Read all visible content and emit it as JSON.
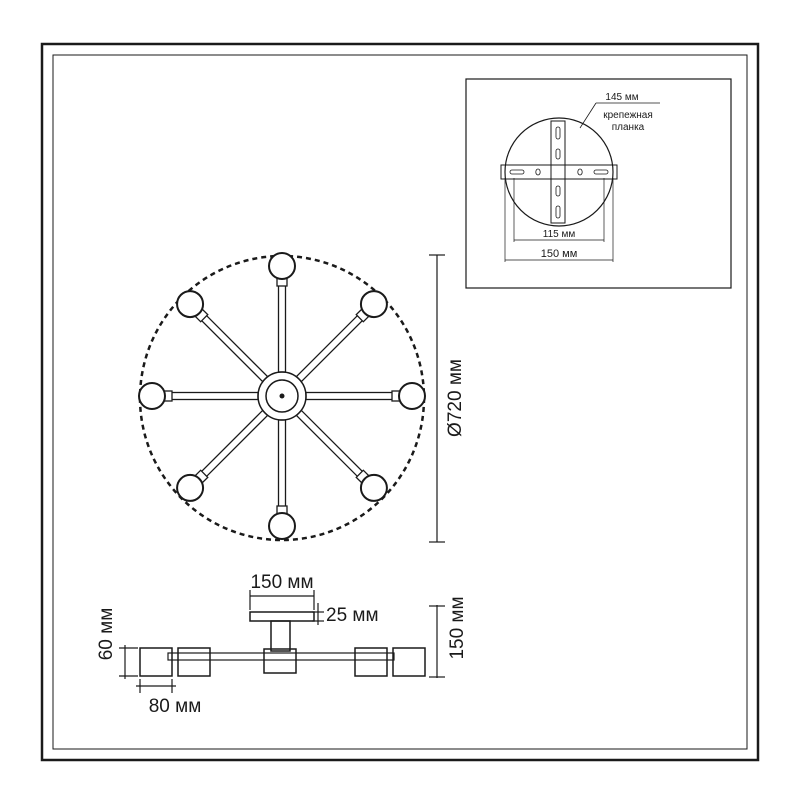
{
  "top_view": {
    "diameter_label": "Ø720 мм",
    "arm_count": 8
  },
  "side_view": {
    "canopy_width_label": "150 мм",
    "canopy_height_label": "25 мм",
    "total_height_label": "150 мм",
    "shade_height_label": "60 мм",
    "shade_width_label": "80 мм"
  },
  "inset": {
    "plate_label": "145 мм",
    "plate_caption_line1": "крепежная",
    "plate_caption_line2": "планка",
    "inner_width_label": "115 мм",
    "outer_width_label": "150 мм"
  },
  "colors": {
    "line": "#1a1a1a",
    "frame": "#222222",
    "background": "#ffffff"
  }
}
